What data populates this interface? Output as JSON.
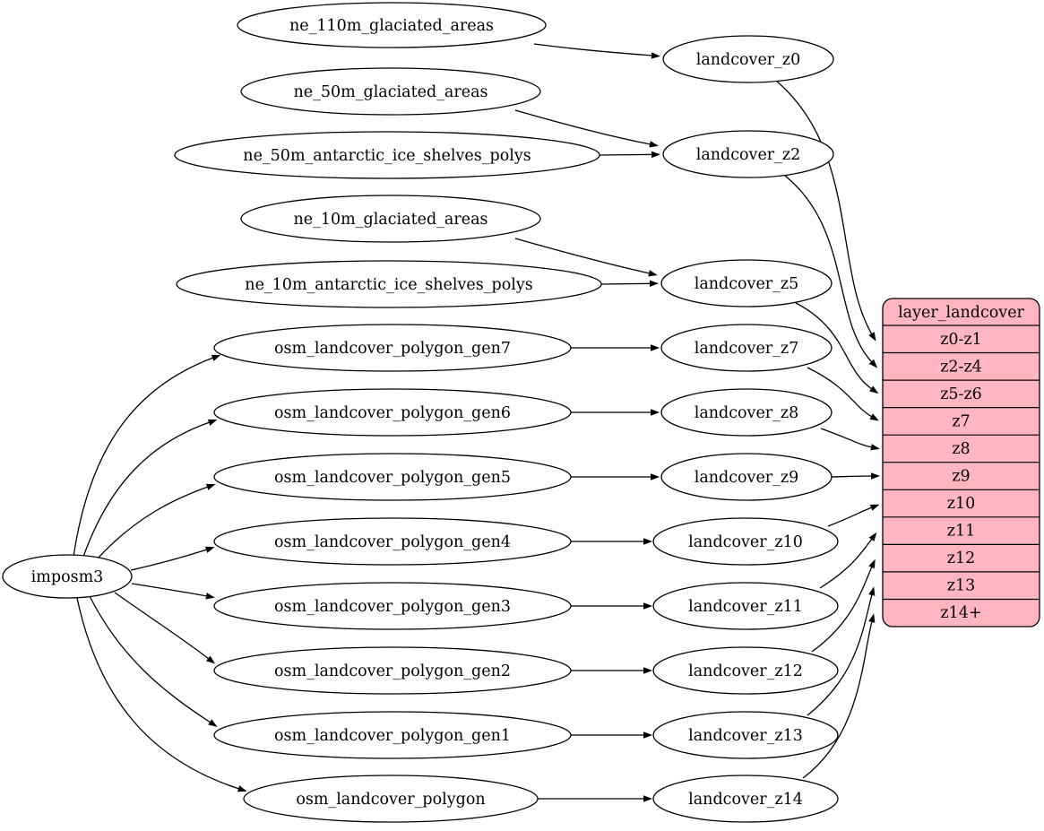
{
  "diagram": {
    "type": "graphviz-dependency-graph",
    "background_color": "#ffffff",
    "node_fill_color": "#ffffff",
    "node_stroke_color": "#000000",
    "edge_color": "#000000",
    "record_fill_color": "#ffb6c1",
    "nodes": {
      "imposm3": "imposm3",
      "ne_110m_glaciated_areas": "ne_110m_glaciated_areas",
      "ne_50m_glaciated_areas": "ne_50m_glaciated_areas",
      "ne_50m_antarctic_ice_shelves_polys": "ne_50m_antarctic_ice_shelves_polys",
      "ne_10m_glaciated_areas": "ne_10m_glaciated_areas",
      "ne_10m_antarctic_ice_shelves_polys": "ne_10m_antarctic_ice_shelves_polys",
      "osm_landcover_polygon_gen7": "osm_landcover_polygon_gen7",
      "osm_landcover_polygon_gen6": "osm_landcover_polygon_gen6",
      "osm_landcover_polygon_gen5": "osm_landcover_polygon_gen5",
      "osm_landcover_polygon_gen4": "osm_landcover_polygon_gen4",
      "osm_landcover_polygon_gen3": "osm_landcover_polygon_gen3",
      "osm_landcover_polygon_gen2": "osm_landcover_polygon_gen2",
      "osm_landcover_polygon_gen1": "osm_landcover_polygon_gen1",
      "osm_landcover_polygon": "osm_landcover_polygon",
      "landcover_z0": "landcover_z0",
      "landcover_z2": "landcover_z2",
      "landcover_z5": "landcover_z5",
      "landcover_z7": "landcover_z7",
      "landcover_z8": "landcover_z8",
      "landcover_z9": "landcover_z9",
      "landcover_z10": "landcover_z10",
      "landcover_z11": "landcover_z11",
      "landcover_z12": "landcover_z12",
      "landcover_z13": "landcover_z13",
      "landcover_z14": "landcover_z14"
    },
    "record": {
      "title": "layer_landcover",
      "rows": [
        "z0-z1",
        "z2-z4",
        "z5-z6",
        "z7",
        "z8",
        "z9",
        "z10",
        "z11",
        "z12",
        "z13",
        "z14+"
      ]
    },
    "edges": [
      {
        "from": "ne_110m_glaciated_areas",
        "to": "landcover_z0"
      },
      {
        "from": "ne_50m_glaciated_areas",
        "to": "landcover_z2"
      },
      {
        "from": "ne_50m_antarctic_ice_shelves_polys",
        "to": "landcover_z2"
      },
      {
        "from": "ne_10m_glaciated_areas",
        "to": "landcover_z5"
      },
      {
        "from": "ne_10m_antarctic_ice_shelves_polys",
        "to": "landcover_z5"
      },
      {
        "from": "imposm3",
        "to": "osm_landcover_polygon_gen7"
      },
      {
        "from": "imposm3",
        "to": "osm_landcover_polygon_gen6"
      },
      {
        "from": "imposm3",
        "to": "osm_landcover_polygon_gen5"
      },
      {
        "from": "imposm3",
        "to": "osm_landcover_polygon_gen4"
      },
      {
        "from": "imposm3",
        "to": "osm_landcover_polygon_gen3"
      },
      {
        "from": "imposm3",
        "to": "osm_landcover_polygon_gen2"
      },
      {
        "from": "imposm3",
        "to": "osm_landcover_polygon_gen1"
      },
      {
        "from": "imposm3",
        "to": "osm_landcover_polygon"
      },
      {
        "from": "osm_landcover_polygon_gen7",
        "to": "landcover_z7"
      },
      {
        "from": "osm_landcover_polygon_gen6",
        "to": "landcover_z8"
      },
      {
        "from": "osm_landcover_polygon_gen5",
        "to": "landcover_z9"
      },
      {
        "from": "osm_landcover_polygon_gen4",
        "to": "landcover_z10"
      },
      {
        "from": "osm_landcover_polygon_gen3",
        "to": "landcover_z11"
      },
      {
        "from": "osm_landcover_polygon_gen2",
        "to": "landcover_z12"
      },
      {
        "from": "osm_landcover_polygon_gen1",
        "to": "landcover_z13"
      },
      {
        "from": "osm_landcover_polygon",
        "to": "landcover_z14"
      },
      {
        "from": "landcover_z0",
        "to": "layer_landcover:z0-z1"
      },
      {
        "from": "landcover_z2",
        "to": "layer_landcover:z2-z4"
      },
      {
        "from": "landcover_z5",
        "to": "layer_landcover:z5-z6"
      },
      {
        "from": "landcover_z7",
        "to": "layer_landcover:z7"
      },
      {
        "from": "landcover_z8",
        "to": "layer_landcover:z8"
      },
      {
        "from": "landcover_z9",
        "to": "layer_landcover:z9"
      },
      {
        "from": "landcover_z10",
        "to": "layer_landcover:z10"
      },
      {
        "from": "landcover_z11",
        "to": "layer_landcover:z11"
      },
      {
        "from": "landcover_z12",
        "to": "layer_landcover:z12"
      },
      {
        "from": "landcover_z13",
        "to": "layer_landcover:z13"
      },
      {
        "from": "landcover_z14",
        "to": "layer_landcover:z14+"
      }
    ]
  }
}
